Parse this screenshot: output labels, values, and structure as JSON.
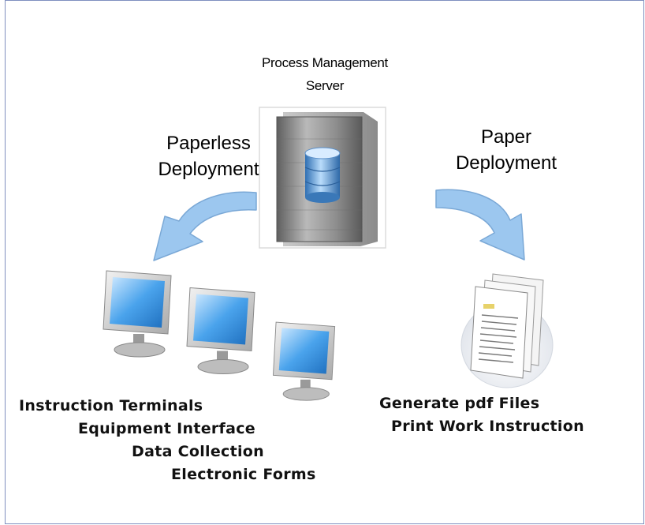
{
  "server": {
    "title_line1": "Process Management",
    "title_line2": "Server"
  },
  "left_branch": {
    "label_line1": "Paperless",
    "label_line2": "Deployment",
    "items": [
      "Instruction Terminals",
      "Equipment Interface",
      "Data Collection",
      "Electronic Forms"
    ]
  },
  "right_branch": {
    "label_line1": "Paper",
    "label_line2": "Deployment",
    "items": [
      "Generate pdf Files",
      "Print Work Instruction"
    ]
  },
  "colors": {
    "arrow_fill": "#9cc7ef",
    "arrow_stroke": "#7aa8d6",
    "server_body": "#8a8a8a",
    "screen_blue": "#3f8fd6",
    "frame_border": "#7f8fbf"
  },
  "icons": [
    "server-icon",
    "database-icon",
    "computer-monitor-icon",
    "document-stack-icon",
    "curved-arrow-icon"
  ]
}
